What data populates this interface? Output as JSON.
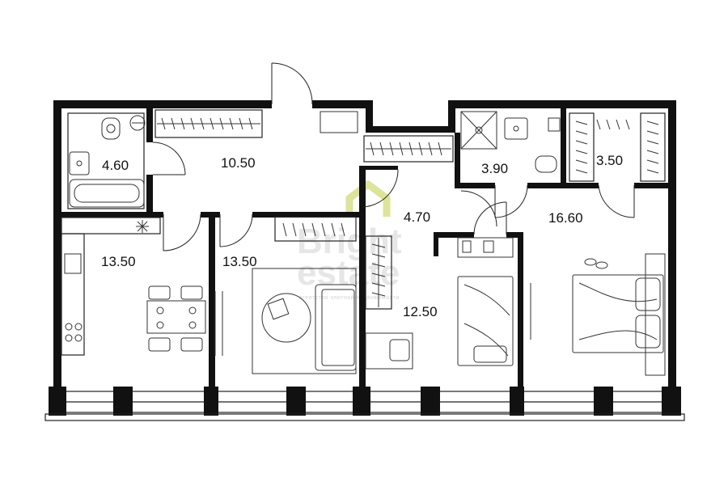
{
  "colors": {
    "wall": "#111111",
    "line": "#222222",
    "background": "#ffffff",
    "logo_accent": "#dde49a",
    "watermark": "#e6e6e6"
  },
  "watermark": {
    "line1": "Bright",
    "line2": "estate",
    "tagline": "агентство элитной недвижимости"
  },
  "rooms": [
    {
      "id": "bathroom-1",
      "area": "4.60"
    },
    {
      "id": "hallway",
      "area": "10.50"
    },
    {
      "id": "corridor",
      "area": "4.70"
    },
    {
      "id": "bathroom-2",
      "area": "3.90"
    },
    {
      "id": "wardrobe",
      "area": "3.50"
    },
    {
      "id": "master-bedroom",
      "area": "16.60"
    },
    {
      "id": "kitchen",
      "area": "13.50"
    },
    {
      "id": "living-room",
      "area": "13.50"
    },
    {
      "id": "bedroom",
      "area": "12.50"
    }
  ]
}
